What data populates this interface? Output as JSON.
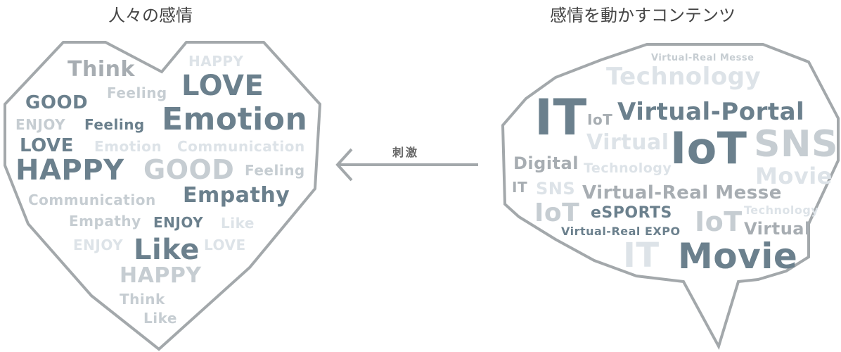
{
  "titles": {
    "left": "人々の感情",
    "right": "感情を動かすコンテンツ"
  },
  "arrow_label": "刺激",
  "colors": {
    "dark": "#6b808d",
    "mid": "#a7adb2",
    "light": "#c6cdd2",
    "lighter": "#dde3e8",
    "outline": "#a3a8ab"
  },
  "heart_words": [
    {
      "text": "Think",
      "tone": "mid"
    },
    {
      "text": "HAPPY",
      "tone": "lighter"
    },
    {
      "text": "Feeling",
      "tone": "light"
    },
    {
      "text": "LOVE",
      "tone": "dark"
    },
    {
      "text": "GOOD",
      "tone": "dark"
    },
    {
      "text": "Emotion",
      "tone": "dark"
    },
    {
      "text": "ENJOY",
      "tone": "light"
    },
    {
      "text": "Feeling",
      "tone": "dark"
    },
    {
      "text": "LOVE",
      "tone": "dark"
    },
    {
      "text": "Emotion",
      "tone": "lighter"
    },
    {
      "text": "Communication",
      "tone": "lighter"
    },
    {
      "text": "HAPPY",
      "tone": "dark"
    },
    {
      "text": "GOOD",
      "tone": "light"
    },
    {
      "text": "Feeling",
      "tone": "light"
    },
    {
      "text": "Communication",
      "tone": "light"
    },
    {
      "text": "Empathy",
      "tone": "dark"
    },
    {
      "text": "Empathy",
      "tone": "light"
    },
    {
      "text": "ENJOY",
      "tone": "dark"
    },
    {
      "text": "Like",
      "tone": "lighter"
    },
    {
      "text": "ENJOY",
      "tone": "lighter"
    },
    {
      "text": "Like",
      "tone": "dark"
    },
    {
      "text": "LOVE",
      "tone": "lighter"
    },
    {
      "text": "HAPPY",
      "tone": "light"
    },
    {
      "text": "Think",
      "tone": "light"
    },
    {
      "text": "Like",
      "tone": "light"
    }
  ],
  "bubble_words": [
    {
      "text": "Virtual-Real Messe",
      "tone": "light"
    },
    {
      "text": "Technology",
      "tone": "lighter"
    },
    {
      "text": "IT",
      "tone": "dark"
    },
    {
      "text": "IoT",
      "tone": "mid"
    },
    {
      "text": "Virtual-Portal",
      "tone": "dark"
    },
    {
      "text": "Virtual",
      "tone": "lighter"
    },
    {
      "text": "IoT",
      "tone": "dark"
    },
    {
      "text": "SNS",
      "tone": "light"
    },
    {
      "text": "Digital",
      "tone": "mid"
    },
    {
      "text": "Technology",
      "tone": "lighter"
    },
    {
      "text": "Movie",
      "tone": "lighter"
    },
    {
      "text": "IT",
      "tone": "mid"
    },
    {
      "text": "SNS",
      "tone": "lighter"
    },
    {
      "text": "Virtual-Real Messe",
      "tone": "mid"
    },
    {
      "text": "IoT",
      "tone": "light"
    },
    {
      "text": "eSPORTS",
      "tone": "dark"
    },
    {
      "text": "Technology",
      "tone": "lighter"
    },
    {
      "text": "IoT",
      "tone": "light"
    },
    {
      "text": "Virtual",
      "tone": "mid"
    },
    {
      "text": "Virtual-Real EXPO",
      "tone": "dark"
    },
    {
      "text": "IT",
      "tone": "lighter"
    },
    {
      "text": "Movie",
      "tone": "dark"
    }
  ]
}
